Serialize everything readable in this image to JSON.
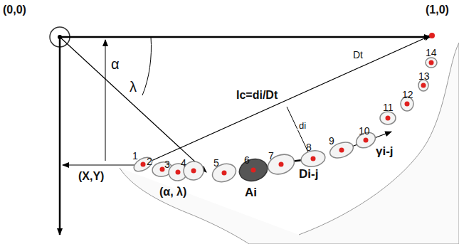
{
  "diagram": {
    "labels": [
      "(0,0)",
      "(1,0)",
      "α",
      "λ",
      "Ic=di/Dt",
      "Dt",
      "di",
      "(X,Y)",
      "(α, λ)",
      "Ai",
      "Di-j",
      "γi-j",
      "1",
      "2",
      "3",
      "4",
      "5",
      "6",
      "7",
      "8",
      "9",
      "10",
      "11",
      "12",
      "13",
      "14"
    ]
  }
}
